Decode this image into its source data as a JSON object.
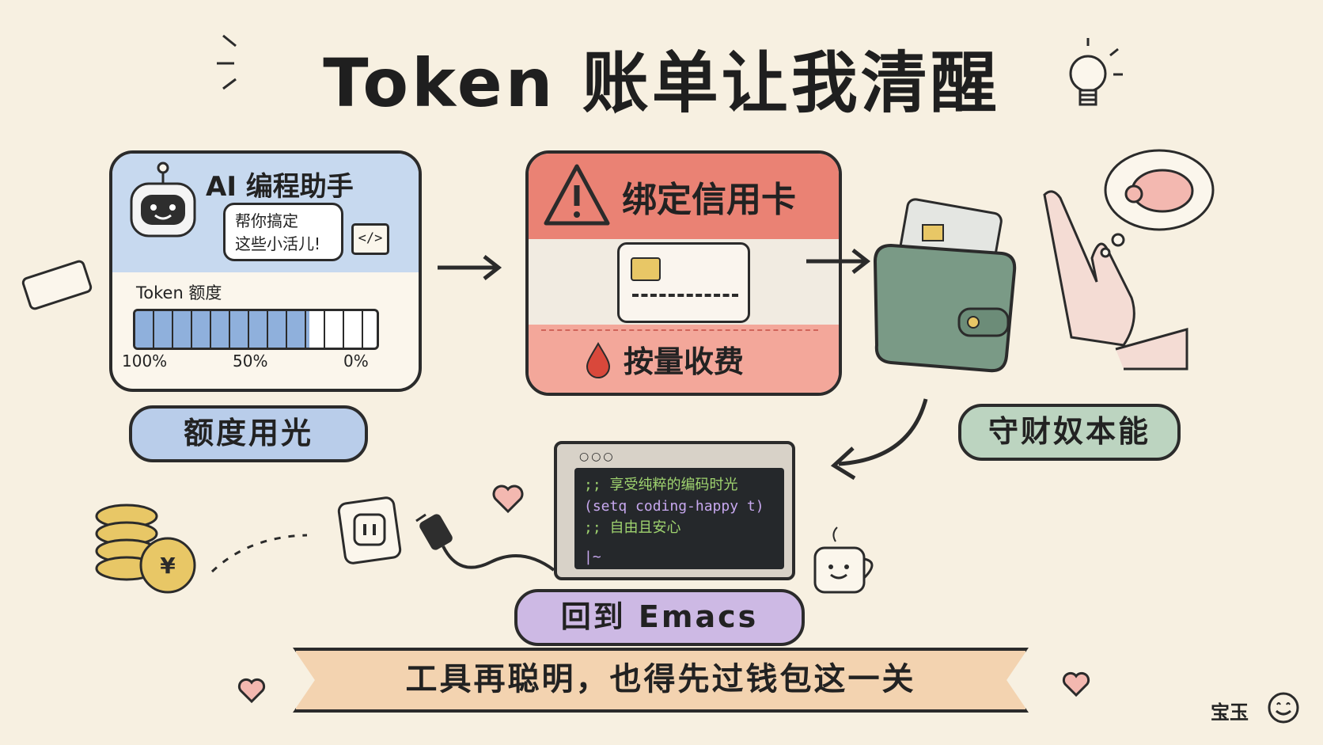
{
  "title": "Token 账单让我清醒",
  "panel1": {
    "title": "AI 编程助手",
    "bubble_line1": "帮你搞定",
    "bubble_line2": "这些小活儿!",
    "code_tag": "</>",
    "token_label": "Token 额度",
    "token_fill_fraction": 0.72,
    "pct_left": "100%",
    "pct_mid": "50%",
    "pct_right": "0%"
  },
  "pill1": "额度用光",
  "panel2": {
    "title": "绑定信用卡",
    "fee": "按量收费",
    "accent": "#ea8274"
  },
  "pill2": "守财奴本能",
  "code": {
    "line1": ";; 享受纯粹的编码时光",
    "line2": "(setq coding-happy t)",
    "line3": ";; 自由且安心",
    "prompt": "|~"
  },
  "pill3": "回到 Emacs",
  "banner": "工具再聪明，也得先过钱包这一关",
  "signature": "宝玉",
  "colors": {
    "background": "#f7f0e1",
    "blue": "#c7d9ef",
    "red": "#ea8274",
    "green": "#bcd4c0",
    "purple": "#cdb9e4",
    "banner": "#f3d3b0"
  },
  "icons": [
    "robot-icon",
    "keyboard-icon",
    "warning-icon",
    "credit-card-icon",
    "blood-drop-icon",
    "wallet-icon",
    "stop-hand-icon",
    "piggy-bank-icon",
    "lightbulb-icon",
    "coins-icon",
    "power-socket-icon",
    "plug-icon",
    "heart-icon",
    "coffee-mug-icon",
    "smiley-icon"
  ]
}
